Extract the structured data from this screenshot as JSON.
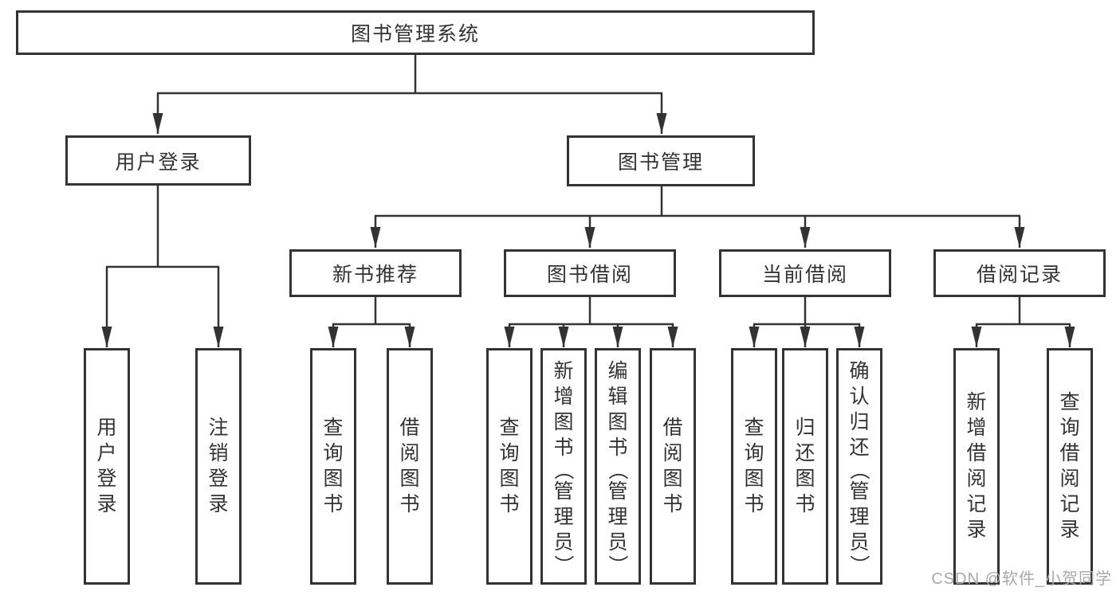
{
  "tree": {
    "label": "图书管理系统",
    "children": [
      {
        "label": "用户登录",
        "children": [
          {
            "label": "用户登录"
          },
          {
            "label": "注销登录"
          }
        ]
      },
      {
        "label": "图书管理",
        "children": [
          {
            "label": "新书推荐",
            "children": [
              {
                "label": "查询图书"
              },
              {
                "label": "借阅图书"
              }
            ]
          },
          {
            "label": "图书借阅",
            "children": [
              {
                "label": "查询图书"
              },
              {
                "label": "新增图书（管理员）"
              },
              {
                "label": "编辑图书（管理员）"
              },
              {
                "label": "借阅图书"
              }
            ]
          },
          {
            "label": "当前借阅",
            "children": [
              {
                "label": "查询图书"
              },
              {
                "label": "归还图书"
              },
              {
                "label": "确认归还（管理员）"
              }
            ]
          },
          {
            "label": "借阅记录",
            "children": [
              {
                "label": "新增借阅记录"
              },
              {
                "label": "查询借阅记录"
              }
            ]
          }
        ]
      }
    ]
  },
  "watermark": {
    "text": "CSDN @软件_小贺同学"
  },
  "colors": {
    "line": "#333333",
    "box_border": "#333333",
    "text": "#333333",
    "watermark_text": "#a9a9a9",
    "background": "#ffffff"
  }
}
